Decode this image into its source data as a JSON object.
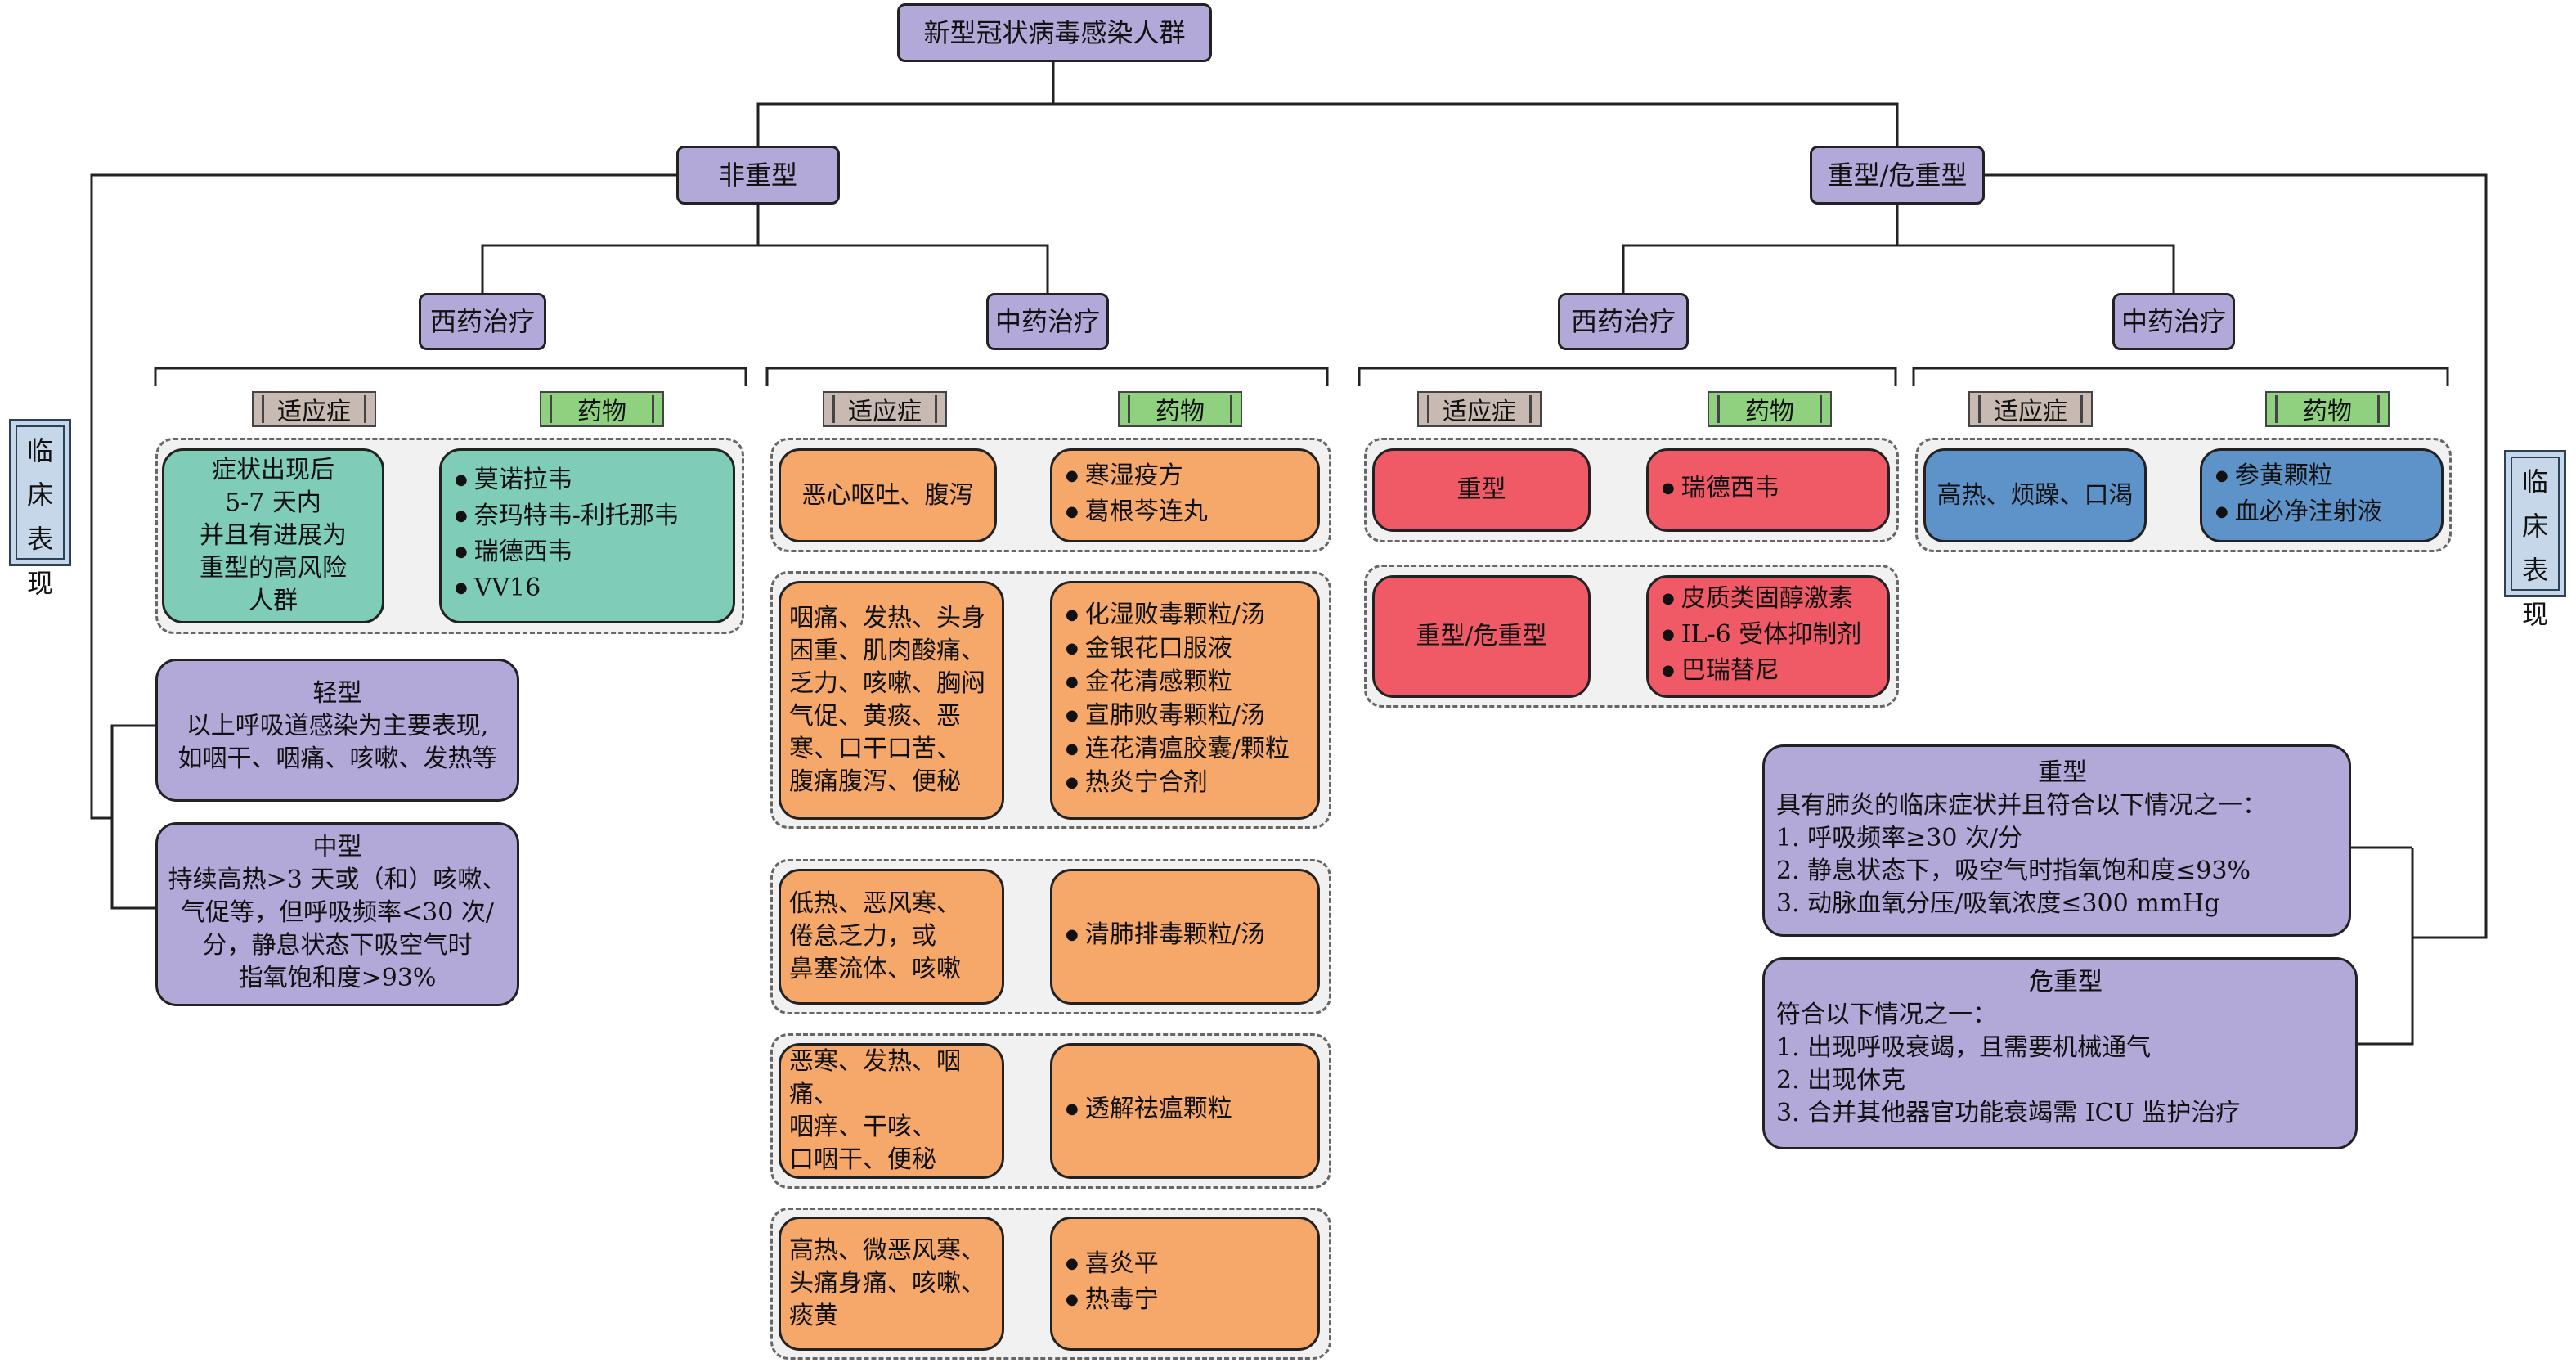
{
  "root": "新型冠状病毒感染人群",
  "branches": {
    "nonsevere": "非重型",
    "severe": "重型/危重型"
  },
  "clinical_label": "临床表现",
  "categories": {
    "western": "西药治疗",
    "tcm": "中药治疗"
  },
  "tags": {
    "indication": "适应症",
    "drug": "药物"
  },
  "nonsevere_western": {
    "indication": [
      "症状出现后",
      "5-7 天内",
      "并且有进展为",
      "重型的高风险",
      "人群"
    ],
    "drugs": [
      "莫诺拉韦",
      "奈玛特韦-利托那韦",
      "瑞德西韦",
      "VV16"
    ]
  },
  "nonsevere_tcm": [
    {
      "indication": [
        "恶心呕吐、腹泻"
      ],
      "drugs": [
        "寒湿疫方",
        "葛根芩连丸"
      ]
    },
    {
      "indication": [
        "咽痛、发热、头身",
        "困重、肌肉酸痛、",
        "乏力、咳嗽、胸闷",
        "气促、黄痰、恶",
        "寒、口干口苦、",
        "腹痛腹泻、便秘"
      ],
      "drugs": [
        "化湿败毒颗粒/汤",
        "金银花口服液",
        "金花清感颗粒",
        "宣肺败毒颗粒/汤",
        "连花清瘟胶囊/颗粒",
        "热炎宁合剂"
      ]
    },
    {
      "indication": [
        "低热、恶风寒、",
        "倦怠乏力，或",
        "鼻塞流体、咳嗽"
      ],
      "drugs": [
        "清肺排毒颗粒/汤"
      ]
    },
    {
      "indication": [
        "恶寒、发热、咽痛、",
        "咽痒、干咳、",
        "口咽干、便秘"
      ],
      "drugs": [
        "透解祛瘟颗粒"
      ]
    },
    {
      "indication": [
        "高热、微恶风寒、",
        "头痛身痛、咳嗽、",
        "痰黄"
      ],
      "drugs": [
        "喜炎平",
        "热毒宁"
      ]
    }
  ],
  "severe_western": [
    {
      "indication": "重型",
      "drugs": [
        "瑞德西韦"
      ]
    },
    {
      "indication": "重型/危重型",
      "drugs": [
        "皮质类固醇激素",
        "IL-6 受体抑制剂",
        "巴瑞替尼"
      ]
    }
  ],
  "severe_tcm": {
    "indication": "高热、烦躁、口渴",
    "drugs": [
      "参黄颗粒",
      "血必净注射液"
    ]
  },
  "mild": {
    "title": "轻型",
    "lines": [
      "以上呼吸道感染为主要表现,",
      "如咽干、咽痛、咳嗽、发热等"
    ]
  },
  "moderate": {
    "title": "中型",
    "lines": [
      "持续高热>3 天或（和）咳嗽、",
      "气促等，但呼吸频率<30 次/",
      "分，静息状态下吸空气时",
      "指氧饱和度>93%"
    ]
  },
  "severe_desc": {
    "title": "重型",
    "lines": [
      "具有肺炎的临床症状并且符合以下情况之一：",
      "1. 呼吸频率≥30 次/分",
      "2. 静息状态下，吸空气时指氧饱和度≤93%",
      "3. 动脉血氧分压/吸氧浓度≤300 mmHg"
    ]
  },
  "critical_desc": {
    "title": "危重型",
    "lines": [
      "符合以下情况之一：",
      "1. 出现呼吸衰竭，且需要机械通气",
      "2. 出现休克",
      "3. 合并其他器官功能衰竭需 ICU 监护治疗"
    ]
  },
  "colors": {
    "node": "#b3a9d9",
    "teal": "#7fcdb8",
    "orange": "#f6a86a",
    "red": "#ef5a66",
    "blue": "#5d93c8",
    "indication_tag": "#c8b9b3",
    "drug_tag": "#8fd17e",
    "side_label": "#c6d7ea"
  }
}
